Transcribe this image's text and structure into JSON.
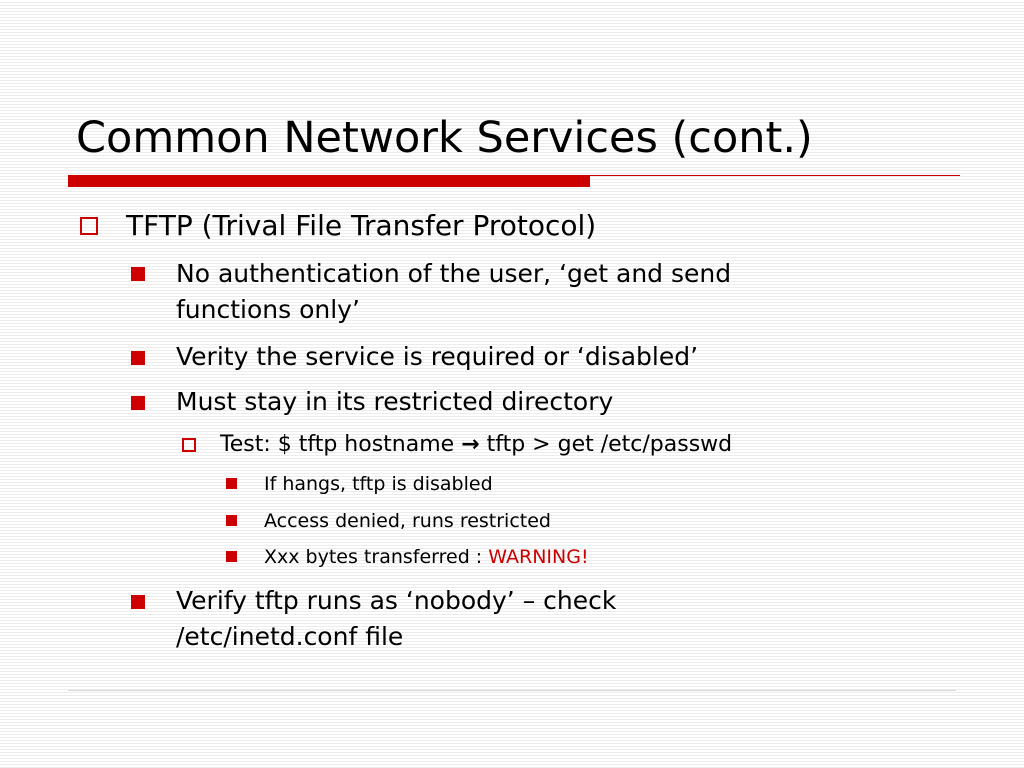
{
  "slide": {
    "title": "Common Network Services (cont.)",
    "accent_color": "#cc0000",
    "bullets": {
      "tftp": "TFTP (Trival File Transfer Protocol)",
      "no_auth_line1": "No authentication of the user, ‘get and send",
      "no_auth_line2": "functions only’",
      "verity": "Verity the service is required or ‘disabled’",
      "restricted": "Must stay in its restricted directory",
      "test_prefix": "Test: $ tftp hostname",
      "test_arrow": "→",
      "test_suffix": "tftp > get /etc/passwd",
      "hangs": "If hangs, tftp is disabled",
      "denied": "Access denied, runs restricted",
      "xxx_prefix": "Xxx bytes transferred : ",
      "xxx_warning": "WARNING!",
      "verify_line1": "Verify tftp runs as ‘nobody’ – check",
      "verify_line2": "/etc/inetd.conf file"
    }
  }
}
